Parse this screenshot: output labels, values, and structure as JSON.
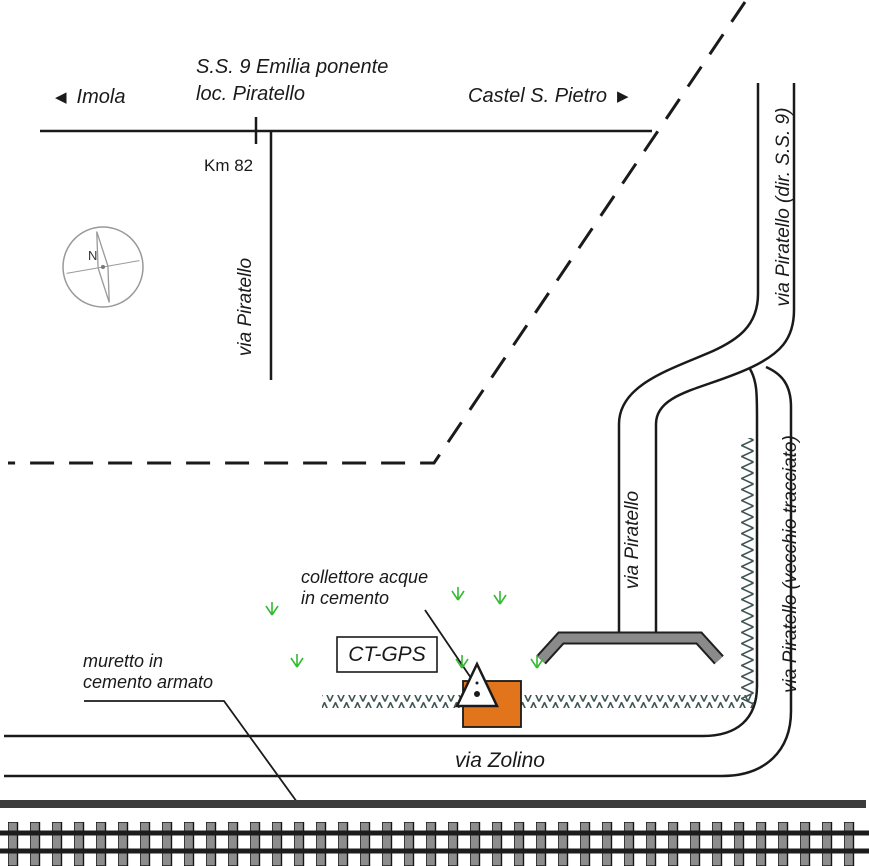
{
  "colors": {
    "ink": "#1a1a1a",
    "building-orange": "#e2741c",
    "channel-teal": "#3f5654",
    "grass-green": "#33bb33",
    "barrier-gray": "#8a8a8a",
    "wall-dark": "#3c3c3c",
    "compass-gray": "#999999"
  },
  "map": {
    "title_line1": "S.S. 9 Emilia ponente",
    "title_line2": "loc. Piratello",
    "west_destination": "Imola",
    "east_destination": "Castel S. Pietro",
    "km_marker": "Km 82",
    "compass_north": "N",
    "icons": {
      "west_arrow": "◀",
      "east_arrow": "▶"
    },
    "roads": {
      "piratello_north": "via Piratello",
      "piratello_dir_ss9": "via Piratello (dir. S.S. 9)",
      "piratello_middle": "via Piratello",
      "piratello_old": "via Piratello (vecchio tracciato)",
      "zolino": "via Zolino"
    },
    "station_label": "CT-GPS",
    "callouts": {
      "collettore_line1": "collettore acque",
      "collettore_line2": "in cemento",
      "muretto_line1": "muretto in",
      "muretto_line2": "cemento armato"
    }
  }
}
